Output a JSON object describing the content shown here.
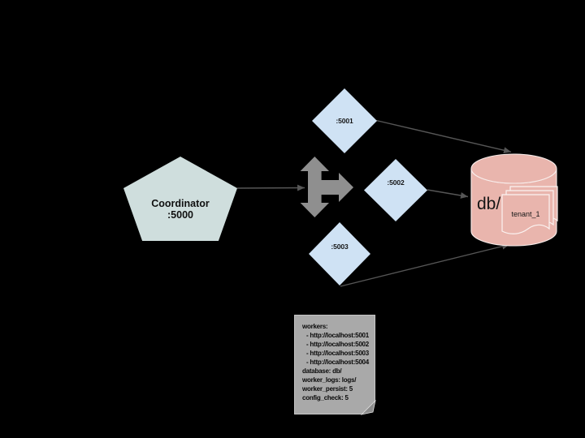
{
  "diagram": {
    "coordinator": {
      "name": "Coordinator",
      "port": ":5000"
    },
    "workers": [
      {
        "label": ":5001"
      },
      {
        "label": ":5002"
      },
      {
        "label": ":5003"
      }
    ],
    "database": {
      "label": "db/",
      "document_label": "tenant_1"
    },
    "config_note": {
      "lines": [
        "workers:",
        "- http://localhost:5001",
        "- http://localhost:5002",
        "- http://localhost:5003",
        "- http://localhost:5004",
        "database: db/",
        "worker_logs: logs/",
        "worker_persist: 5",
        "config_check: 5"
      ]
    },
    "colors": {
      "background": "#000000",
      "coordinator_fill": "#cfdedd",
      "worker_fill": "#cfe2f4",
      "database_fill": "#e9b5ad",
      "note_fill": "#a9a9a9",
      "distributor_gray": "#8f8f8f",
      "connector_gray": "#565656"
    }
  }
}
